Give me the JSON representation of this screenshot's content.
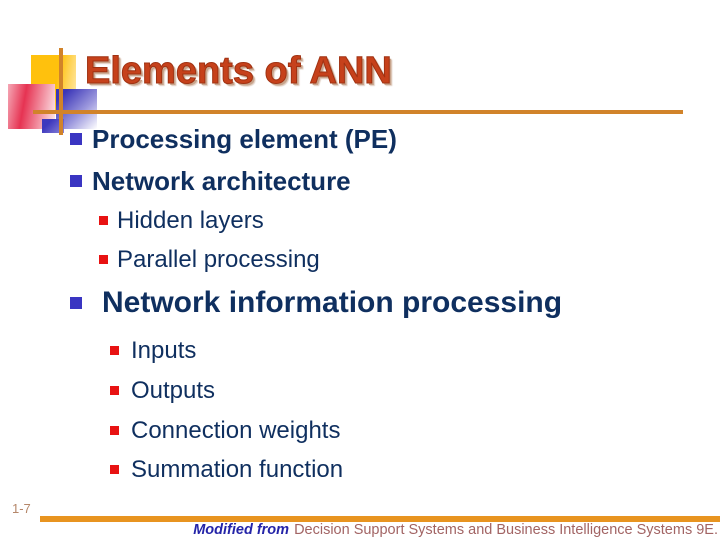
{
  "slide": {
    "title": "Elements of ANN",
    "page_number": "1-7",
    "bullets": [
      {
        "level": 1,
        "label": "Processing element (PE)"
      },
      {
        "level": 1,
        "label": "Network architecture"
      },
      {
        "level": 2,
        "label": "Hidden layers"
      },
      {
        "level": 2,
        "label": "Parallel processing"
      },
      {
        "level": 1,
        "label": "Network information processing"
      },
      {
        "level": 2,
        "label": "Inputs"
      },
      {
        "level": 2,
        "label": "Outputs"
      },
      {
        "level": 2,
        "label": "Connection weights"
      },
      {
        "level": 2,
        "label": "Summation function"
      }
    ],
    "footer": {
      "prefix": "Modified from",
      "text": "Decision Support Systems and Business Intelligence Systems 9E."
    },
    "colors": {
      "title": "#C6411B",
      "body_text": "#0F2F5F",
      "level1_bullet": "#3A35C2",
      "level2_bullet": "#E81212",
      "accent_orange": "#D1832A",
      "footer_bar": "#E89420",
      "footer_prefix": "#2424A8",
      "footer_text": "#A26464",
      "page_number": "#B5876A",
      "logo_yellow": "#FFC10D",
      "logo_pink": "#E63352",
      "logo_blue": "#3B36B8"
    }
  }
}
